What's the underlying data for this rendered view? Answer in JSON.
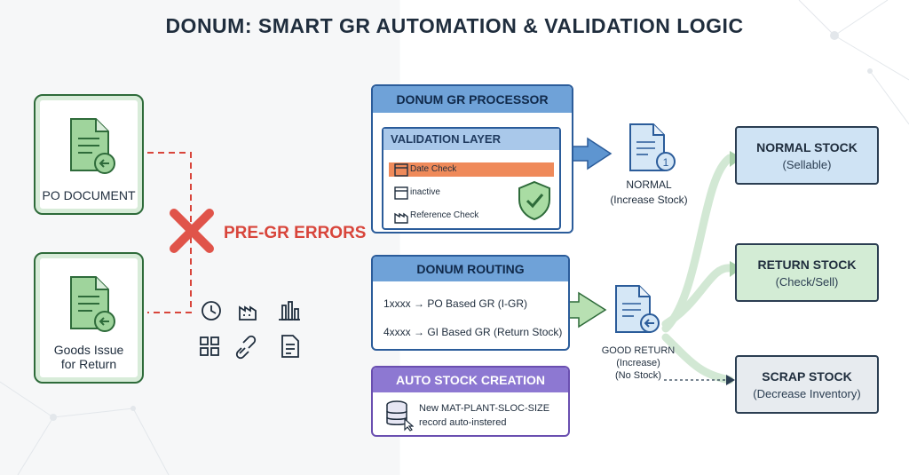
{
  "title": "DONUM: SMART GR AUTOMATION & VALIDATION LOGIC",
  "sources": [
    {
      "label": "PO DOCUMENT"
    },
    {
      "label_line1": "Goods Issue",
      "label_line2": "for Return"
    }
  ],
  "errors": {
    "label": "PRE-GR ERRORS"
  },
  "processor": {
    "title": "DONUM GR PROCESSOR",
    "validation_title": "VALIDATION LAYER",
    "checks": [
      "Date Check",
      "inactive",
      "Reference Check"
    ]
  },
  "routing": {
    "title": "DONUM ROUTING",
    "rules": [
      "1xxxx → PO Based GR (I-GR)",
      "4xxxx → GI Based GR (Return Stock)"
    ]
  },
  "auto_stock": {
    "title": "AUTO STOCK CREATION",
    "line1": "New MAT-PLANT-SLOC-SIZE",
    "line2": "record auto-instered"
  },
  "normal_doc": {
    "line1": "NORMAL",
    "line2": "(Increase Stock)"
  },
  "return_doc": {
    "line1": "GOOD RETURN",
    "line2": "(Increase)",
    "line3": "(No Stock)"
  },
  "stocks": [
    {
      "title": "NORMAL STOCK",
      "sub": "(Sellable)",
      "color": "#cfe3f4"
    },
    {
      "title": "RETURN STOCK",
      "sub": "(Check/Sell)",
      "color": "#d3ecd5"
    },
    {
      "title": "SCRAP STOCK",
      "sub": "(Decrease Inventory)",
      "color": "#e7ebef"
    }
  ],
  "colors": {
    "blue": "#2b5c9a",
    "green": "#2e6b3a",
    "red": "#d8453b",
    "purple": "#6a4fb0"
  }
}
